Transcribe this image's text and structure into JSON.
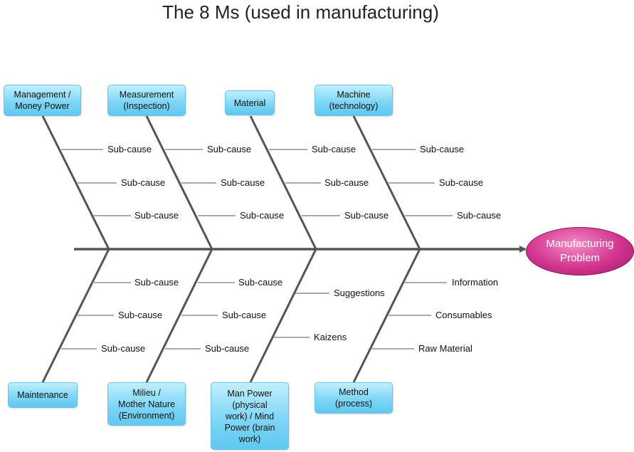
{
  "title": "The 8 Ms (used in manufacturing)",
  "effect": "Manufacturing\nProblem",
  "categories": {
    "management": "Management /\nMoney Power",
    "measurement": "Measurement\n(Inspection)",
    "material": "Material",
    "machine": "Machine\n(technology)",
    "maintenance": "Maintenance",
    "milieu": "Milieu /\nMother Nature\n(Environment)",
    "manpower": "Man Power\n(physical\nwork) / Mind\nPower (brain\nwork)",
    "method": "Method\n(process)"
  },
  "causes": {
    "management": [
      "Sub-cause",
      "Sub-cause",
      "Sub-cause"
    ],
    "measurement": [
      "Sub-cause",
      "Sub-cause",
      "Sub-cause"
    ],
    "material": [
      "Sub-cause",
      "Sub-cause",
      "Sub-cause"
    ],
    "machine": [
      "Sub-cause",
      "Sub-cause",
      "Sub-cause"
    ],
    "maintenance": [
      "Sub-cause",
      "Sub-cause",
      "Sub-cause"
    ],
    "milieu": [
      "Sub-cause",
      "Sub-cause",
      "Sub-cause"
    ],
    "manpower": [
      "Suggestions",
      "Kaizens"
    ],
    "method": [
      "Information",
      "Consumables",
      "Raw Material"
    ]
  },
  "colors": {
    "box": "#7fd6f6",
    "head": "#d1358f",
    "line": "#555555"
  }
}
